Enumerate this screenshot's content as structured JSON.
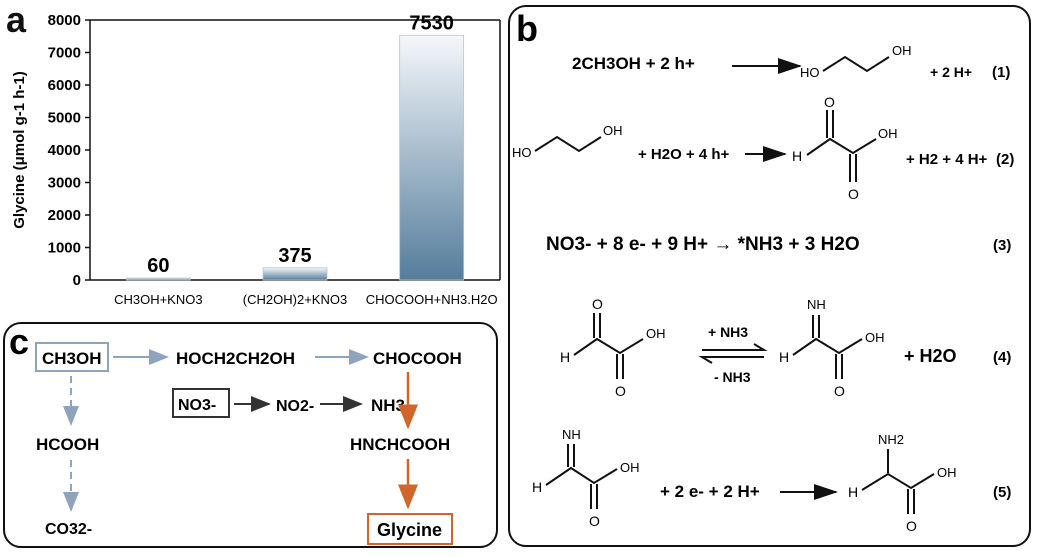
{
  "panel_labels": {
    "a": "a",
    "b": "b",
    "c": "c"
  },
  "chart_data": {
    "type": "bar",
    "categories": [
      "CH3OH+KNO3",
      "(CH2OH)2+KNO3",
      "CHOCOOH+NH3.H2O"
    ],
    "values": [
      60,
      375,
      7530
    ],
    "ylabel": "Glycine (μmol g-1 h-1)",
    "ylim": [
      0,
      8000
    ],
    "yticks": [
      0,
      1000,
      2000,
      3000,
      4000,
      5000,
      6000,
      7000,
      8000
    ],
    "data_labels": [
      "60",
      "375",
      "7530"
    ],
    "grid": false
  },
  "panel_b": {
    "eq1": {
      "reactants": "2CH3OH  +  2 h+",
      "product_oh_left": "HO",
      "product_oh_right": "OH",
      "tail": "+  2 H+",
      "number": "(1)"
    },
    "eq2": {
      "reactant_ho": "HO",
      "reactant_oh": "OH",
      "middle": "+ H2O + 4 h+",
      "h_label": "H",
      "o_top": "O",
      "o_bottom": "O",
      "oh_label": "OH",
      "tail": "+ H2 + 4 H+",
      "number": "(2)"
    },
    "eq3": {
      "text": "NO3- + 8 e- + 9 H+ → *NH3 + 3 H2O",
      "number": "(3)"
    },
    "eq4": {
      "h_left": "H",
      "o_top_left": "O",
      "o_bottom_left": "O",
      "oh_left": "OH",
      "arrow_top": "+ NH3",
      "arrow_bottom": "- NH3",
      "nh_label": "NH",
      "h_right": "H",
      "oh_right": "OH",
      "o_bottom_right": "O",
      "tail": "+ H2O",
      "number": "(4)"
    },
    "eq5": {
      "nh_label": "NH",
      "h_left": "H",
      "oh_left": "OH",
      "o_bottom_left": "O",
      "middle": "+ 2 e- + 2 H+",
      "nh2_label": "NH2",
      "h_right": "H",
      "oh_right": "OH",
      "o_bottom_right": "O",
      "number": "(5)"
    }
  },
  "panel_c": {
    "nodes": {
      "ch3oh": "CH3OH",
      "hoch2ch2oh": "HOCH2CH2OH",
      "chocooh": "CHOCOOH",
      "no3": "NO3-",
      "no2": "NO2-",
      "nh3": "NH3",
      "hcooh": "HCOOH",
      "hnchcooh": "HNCHCOOH",
      "co3": "CO32-",
      "glycine": "Glycine"
    },
    "colors": {
      "grey_blue": "#8ea3bd",
      "orange": "#d0662a",
      "dark": "#333333"
    }
  }
}
